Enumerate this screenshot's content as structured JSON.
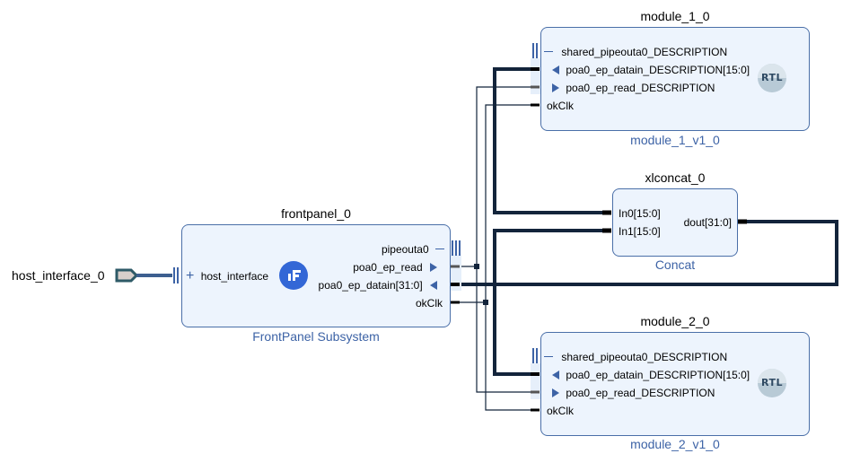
{
  "external_port": {
    "label": "host_interface_0"
  },
  "blocks": {
    "frontpanel": {
      "instance": "frontpanel_0",
      "type": "FrontPanel Subsystem",
      "logo": "frontpanel-logo-icon",
      "pins_left": [
        "host_interface"
      ],
      "pins_right": [
        "pipeouta0",
        "poa0_ep_read",
        "poa0_ep_datain[31:0]",
        "okClk"
      ]
    },
    "module1": {
      "instance": "module_1_0",
      "type": "module_1_v1_0",
      "badge": "RTL",
      "pins": [
        "shared_pipeouta0_DESCRIPTION",
        "poa0_ep_datain_DESCRIPTION[15:0]",
        "poa0_ep_read_DESCRIPTION",
        "okClk"
      ]
    },
    "concat": {
      "instance": "xlconcat_0",
      "type": "Concat",
      "pins_left": [
        "In0[15:0]",
        "In1[15:0]"
      ],
      "pins_right": [
        "dout[31:0]"
      ]
    },
    "module2": {
      "instance": "module_2_0",
      "type": "module_2_v1_0",
      "badge": "RTL",
      "pins": [
        "shared_pipeouta0_DESCRIPTION",
        "poa0_ep_datain_DESCRIPTION[15:0]",
        "poa0_ep_read_DESCRIPTION",
        "okClk"
      ]
    }
  },
  "colors": {
    "block_fill": "#edf4fd",
    "block_border": "#4a6fa8",
    "subtitle": "#3d63a6",
    "bus_wire": "#13243b",
    "net_wire": "#13243b",
    "interface_wire": "#3d5f8f"
  }
}
